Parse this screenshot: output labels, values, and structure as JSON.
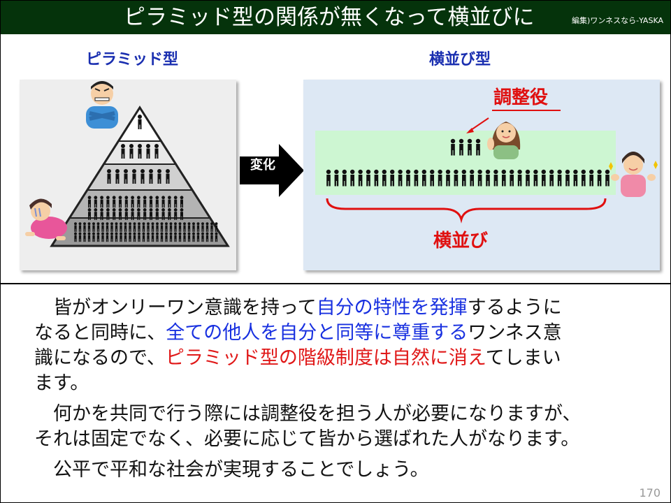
{
  "header": {
    "title": "ピラミッド型の関係が無くなって横並びに",
    "credit": "編集)ワンネスなら-YASKA"
  },
  "left": {
    "label": "ピラミッド型"
  },
  "right": {
    "label": "横並び型",
    "coordinator_label": "調整役",
    "row_label": "横並び"
  },
  "arrow": {
    "label": "変化"
  },
  "body": {
    "p1": [
      {
        "text": "　皆がオンリーワン意識を持って",
        "style": "normal"
      },
      {
        "text": "自分の特性を発揮",
        "style": "blue"
      },
      {
        "text": "するように",
        "style": "normal"
      },
      {
        "text": "なると同時に、",
        "style": "normal"
      },
      {
        "text": "全ての他人を自分と同等に尊重する",
        "style": "blue"
      },
      {
        "text": "ワンネス意",
        "style": "normal"
      },
      {
        "text": "識になるので、",
        "style": "normal"
      },
      {
        "text": "ピラミッド型の階級制度は自然に消え",
        "style": "red"
      },
      {
        "text": "てしまい",
        "style": "normal"
      },
      {
        "text": "ます。",
        "style": "normal"
      }
    ],
    "p2": "　何かを共同で行う際には調整役を担う人が必要になりますが、",
    "p3": "それは固定でなく、必要に応じて皆から選ばれた人がなります。",
    "p4": "　公平で平和な社会が実現することでしょう。"
  },
  "page_number": "170",
  "colors": {
    "title_bg": "#05330b",
    "label_blue": "#1a2fb0",
    "accent_red": "#e01010",
    "row_band": "#cdf6d2"
  }
}
